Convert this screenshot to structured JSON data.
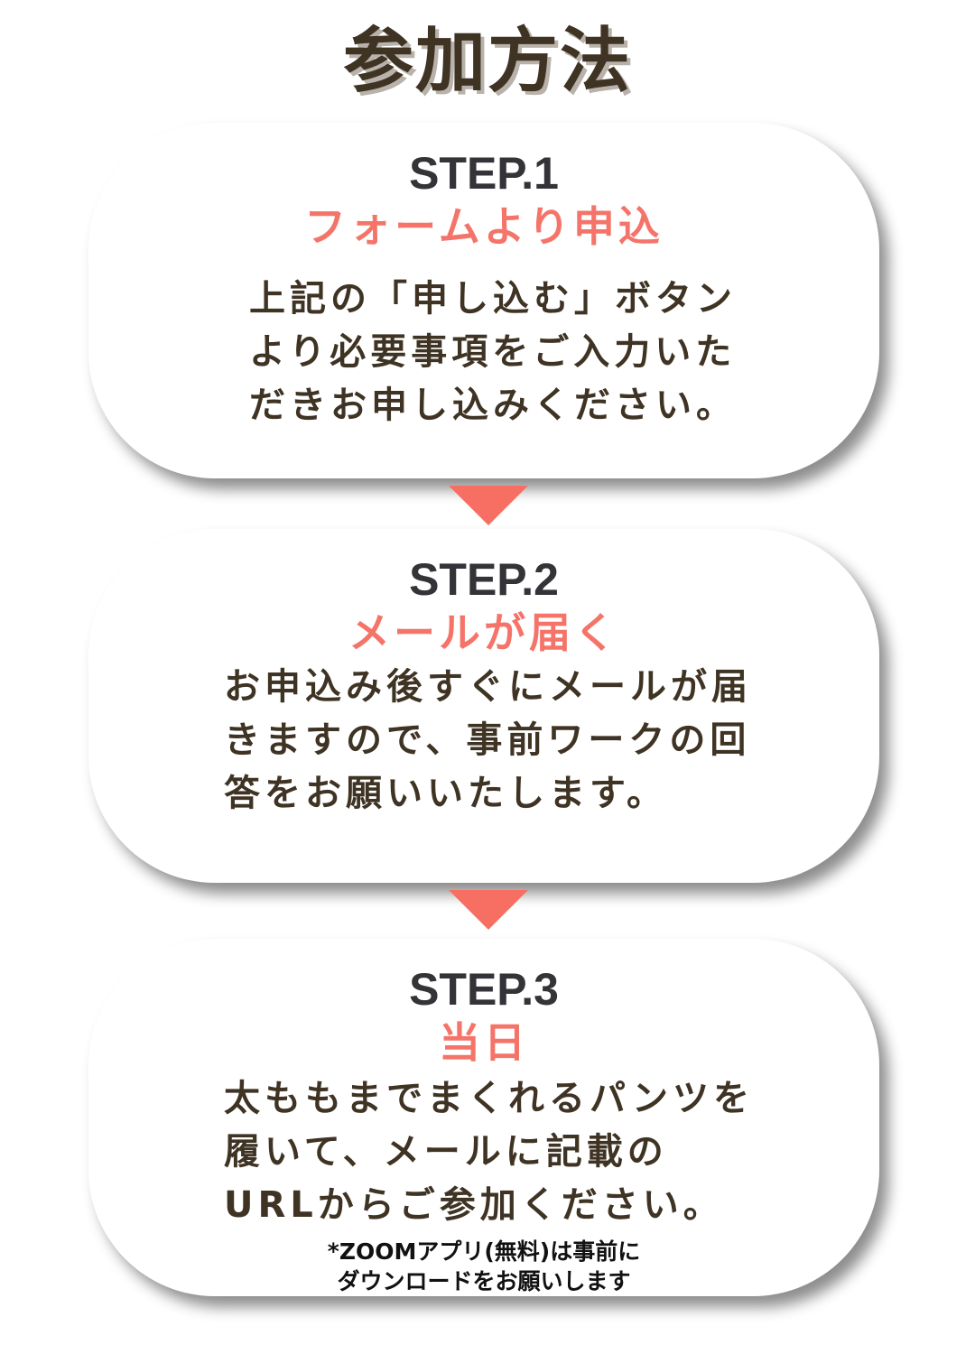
{
  "title": "参加方法",
  "steps": [
    {
      "label": "STEP.1",
      "heading": "フォームより申込",
      "body": "上記の「申し込む」ボタンより必要事項をご入力いただきお申し込みください。"
    },
    {
      "label": "STEP.2",
      "heading": "メールが届く",
      "body": "お申込み後すぐにメールが届きますので、事前ワークの回答をお願いいたします。"
    },
    {
      "label": "STEP.3",
      "heading": "当日",
      "body": "太ももまでまくれるパンツを履いて、メールに記載のURLからご参加ください。",
      "note_line1": "*ZOOMアプリ(無料)は事前に",
      "note_line2": "ダウンロードをお願いします"
    }
  ],
  "colors": {
    "title": "#3f3324",
    "step_label": "#333338",
    "heading_accent": "#f5746a",
    "body_text": "#3f3324",
    "arrow": "#f76f62"
  },
  "icons": [
    "down-arrow-icon"
  ]
}
